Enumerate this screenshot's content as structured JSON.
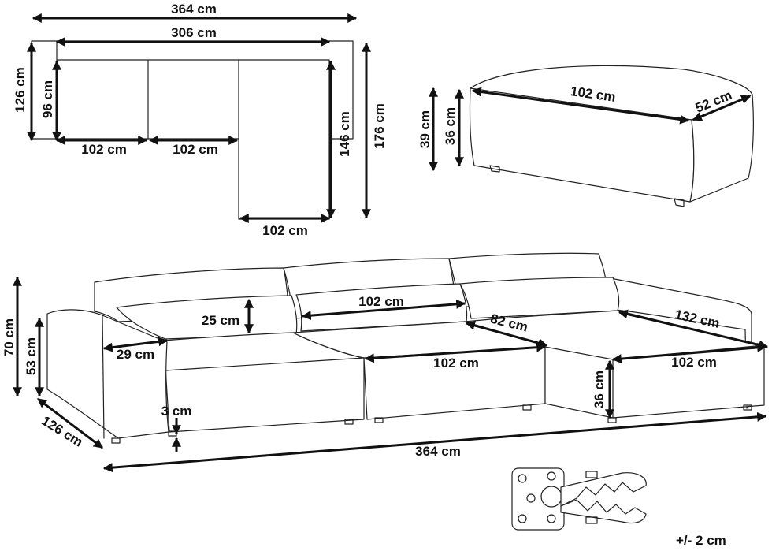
{
  "top_view": {
    "total_width": "364 cm",
    "inner_width": "306 cm",
    "left_depth": "126 cm",
    "seat_depth": "96 cm",
    "module_1_width": "102 cm",
    "module_2_width": "102 cm",
    "chaise_width": "102 cm",
    "chaise_inner_length": "146 cm",
    "chaise_total_length": "176 cm"
  },
  "ottoman": {
    "length": "102 cm",
    "depth": "52 cm",
    "total_height": "39 cm",
    "body_height": "36 cm"
  },
  "perspective_view": {
    "back_height": "70 cm",
    "arm_height": "53 cm",
    "cushion_height": "25 cm",
    "arm_width": "29 cm",
    "back_cushion_width": "102 cm",
    "seat_depth": "82 cm",
    "chaise_length": "132 cm",
    "seat_width_middle": "102 cm",
    "seat_width_chaise": "102 cm",
    "seat_height": "36 cm",
    "leg_height": "3 cm",
    "depth": "126 cm",
    "total_width": "364 cm"
  },
  "tolerance": "+/- 2 cm",
  "icons": {
    "connector": "sofa-connector-clip-icon"
  }
}
